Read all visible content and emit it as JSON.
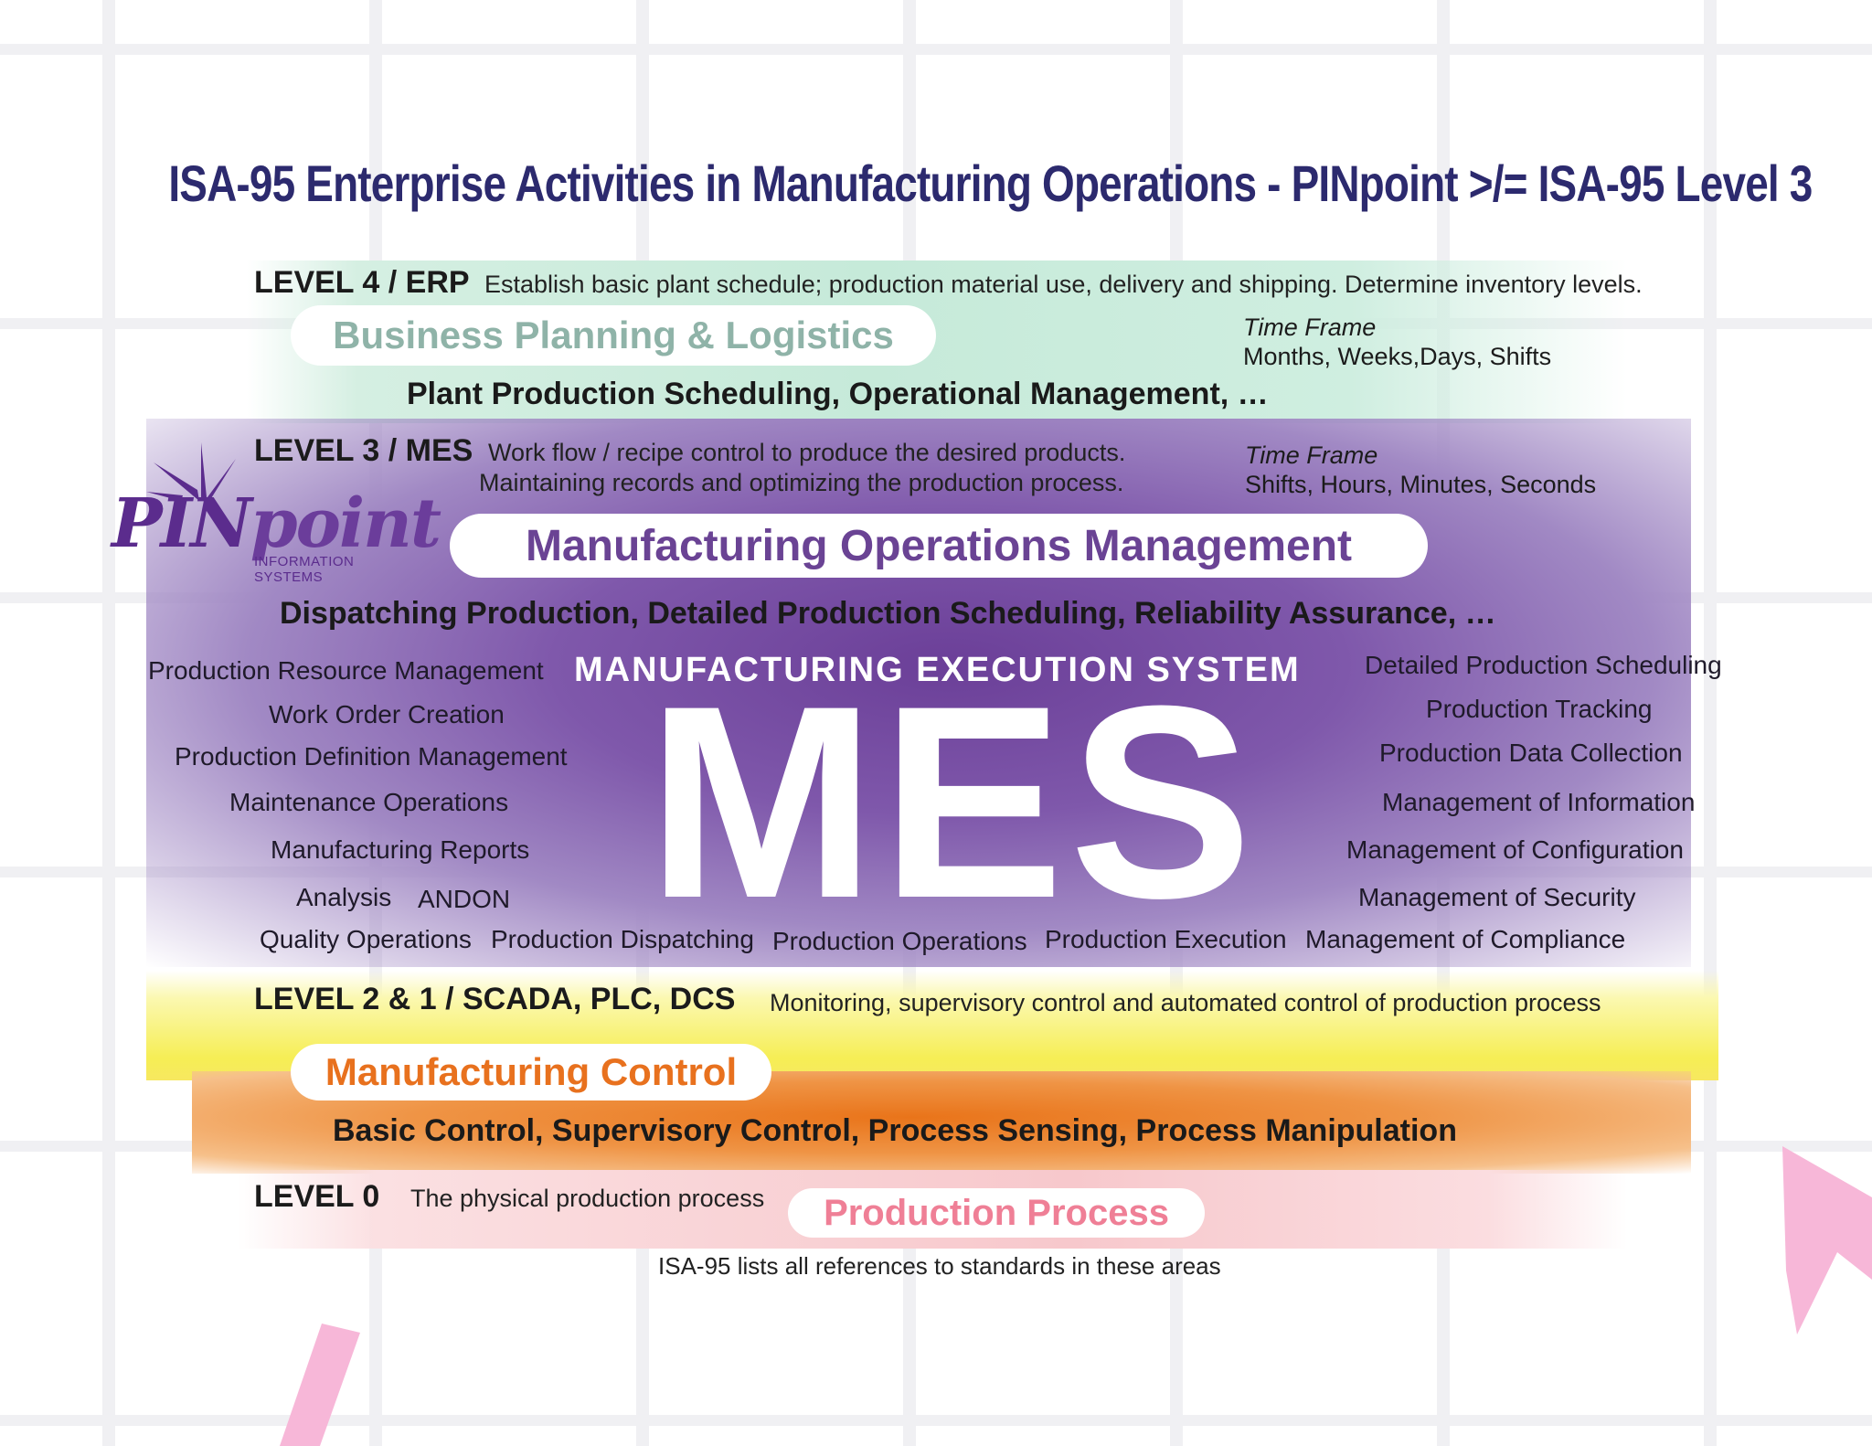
{
  "title": "ISA-95 Enterprise Activities in Manufacturing Operations - PINpoint >/= ISA-95 Level 3",
  "logo": {
    "name_a": "PIN",
    "name_b": "point",
    "subtitle": "INFORMATION SYSTEMS"
  },
  "level4": {
    "label": "LEVEL 4 / ERP",
    "description": "Establish basic plant schedule; production material use, delivery and shipping. Determine inventory levels.",
    "pill": "Business Planning & Logistics",
    "time_frame_title": "Time Frame",
    "time_frame": "Months, Weeks,Days, Shifts",
    "activities": "Plant Production Scheduling, Operational Management, …"
  },
  "level3": {
    "label": "LEVEL 3 / MES",
    "description_1": "Work flow / recipe control to produce the desired products.",
    "description_2": "Maintaining records and optimizing the production process.",
    "time_frame_title": "Time Frame",
    "time_frame": "Shifts, Hours, Minutes, Seconds",
    "pill": "Manufacturing Operations Management",
    "activities": "Dispatching Production, Detailed Production Scheduling, Reliability Assurance, …",
    "system_name": "MANUFACTURING EXECUTION SYSTEM",
    "big_label": "MES",
    "left_functions": [
      "Production Resource Management",
      "Work Order Creation",
      "Production Definition Management",
      "Maintenance Operations",
      "Manufacturing Reports",
      "Analysis",
      "ANDON",
      "Quality Operations",
      "Production Dispatching"
    ],
    "right_functions": [
      "Detailed Production Scheduling",
      "Production Tracking",
      "Production Data Collection",
      "Management of Information",
      "Management of Configuration",
      "Management of Security",
      "Management of Compliance"
    ],
    "bottom_functions": [
      "Production Operations",
      "Production Execution"
    ]
  },
  "level21": {
    "label": "LEVEL 2  & 1 / SCADA, PLC, DCS",
    "description": "Monitoring, supervisory control and automated control of production process",
    "pill": "Manufacturing Control",
    "activities": "Basic Control, Supervisory Control, Process Sensing, Process Manipulation"
  },
  "level0": {
    "label": "LEVEL 0",
    "description": "The physical production process",
    "pill": "Production Process"
  },
  "footnote": "ISA-95 lists all references to standards in these areas",
  "colors": {
    "title": "#2c2a6e",
    "erp_band": "#c6ead9",
    "mes_band": "#6b3f98",
    "control_band": "#f6ee55",
    "control_orange": "#e9741a",
    "level0_band": "#f7c8cc",
    "pill_erp_text": "#8fb3a8",
    "pill_mes_text": "#6a4394",
    "pill_control_text": "#e8711e",
    "pill_level0_text": "#ef7f96",
    "decoration_pink": "#f7b7d8"
  }
}
